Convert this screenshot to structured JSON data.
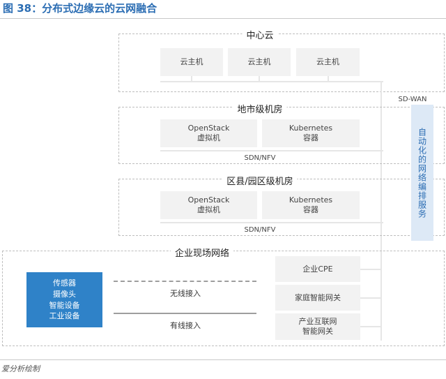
{
  "figure_title": "图 38：分布式边缘云的云网融合",
  "central_cloud": {
    "label": "中心云",
    "hosts": [
      "云主机",
      "云主机",
      "云主机"
    ]
  },
  "city_datacenter": {
    "label": "地市级机房",
    "boxes": [
      {
        "line1": "OpenStack",
        "line2": "虚拟机"
      },
      {
        "line1": "Kubernetes",
        "line2": "容器"
      }
    ],
    "network": "SDN/NFV"
  },
  "county_datacenter": {
    "label": "区县/园区级机房",
    "boxes": [
      {
        "line1": "OpenStack",
        "line2": "虚拟机"
      },
      {
        "line1": "Kubernetes",
        "line2": "容器"
      }
    ],
    "network": "SDN/NFV"
  },
  "wan_label": "SD-WAN",
  "orchestration_service": "自动化的网络编排服务",
  "enterprise_site": {
    "label": "企业现场网络",
    "devices": [
      "传感器",
      "摄像头",
      "智能设备",
      "工业设备"
    ],
    "wireless_label": "无线接入",
    "wired_label": "有线接入",
    "gateways": [
      {
        "line1": "企业CPE",
        "line2": ""
      },
      {
        "line1": "家庭智能网关",
        "line2": ""
      },
      {
        "line1": "产业互联网",
        "line2": "智能网关"
      }
    ]
  },
  "source": "爱分析绘制"
}
